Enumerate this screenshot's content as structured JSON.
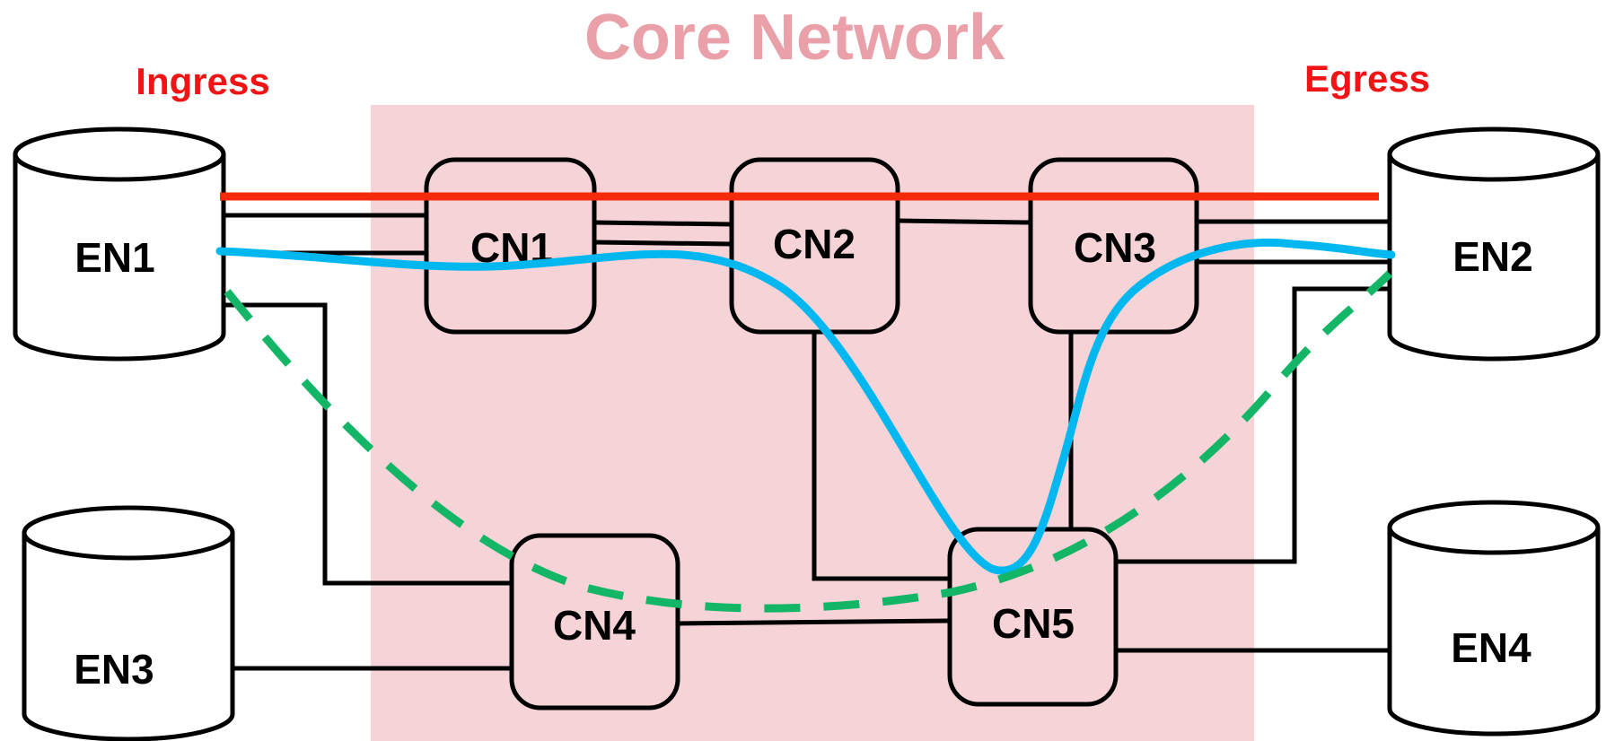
{
  "title": "Core Network",
  "ingress_label": "Ingress",
  "egress_label": "Egress",
  "edge_nodes": {
    "en1": "EN1",
    "en2": "EN2",
    "en3": "EN3",
    "en4": "EN4"
  },
  "core_nodes": {
    "cn1": "CN1",
    "cn2": "CN2",
    "cn3": "CN3",
    "cn4": "CN4",
    "cn5": "CN5"
  },
  "colors": {
    "core_region": "#f5d3d6",
    "title": "#e9a0a8",
    "labels": "#f01414",
    "path_red": "#f52a0a",
    "path_blue": "#00b8ef",
    "path_green": "#13b566"
  }
}
